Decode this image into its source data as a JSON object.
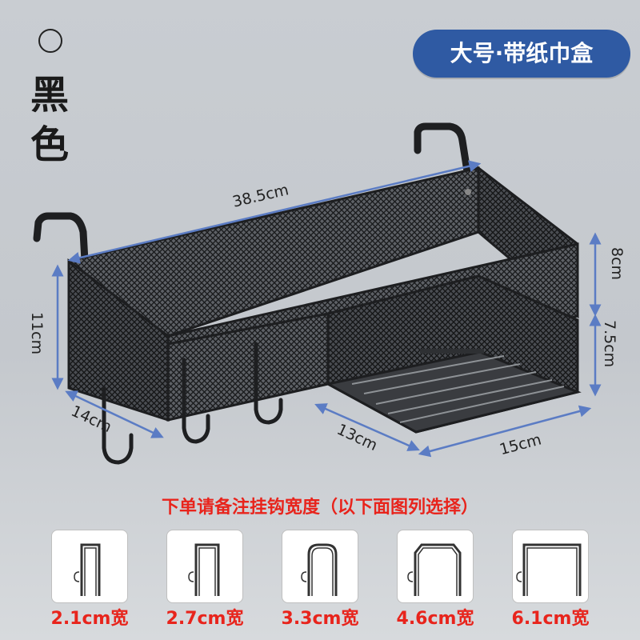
{
  "option": {
    "color_label": "黑色"
  },
  "badge": {
    "text": "大号·带纸巾盒"
  },
  "dimensions": {
    "length": "38.5cm",
    "height": "11cm",
    "depth": "14cm",
    "tissue_width": "13cm",
    "tissue_length": "15cm",
    "upper_height": "8cm",
    "lower_height": "7.5cm"
  },
  "note": "下单请备注挂钩宽度（以下面图列选择）",
  "hook_widths": [
    "2.1cm宽",
    "2.7cm宽",
    "3.3cm宽",
    "4.6cm宽",
    "6.1cm宽"
  ],
  "colors": {
    "accent_blue": "#2f5aa3",
    "note_red": "#e8241c",
    "dimension_line": "#5b7cc4",
    "product": "#222222"
  }
}
